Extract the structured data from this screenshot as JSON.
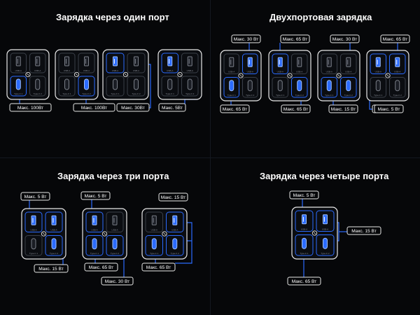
{
  "sections": [
    {
      "title": "Зарядка через один порт",
      "labels": [
        "Макс. 100Вт",
        "Макс. 100Вт",
        "Макс. 30Вт",
        "Макс. 5Вт"
      ]
    },
    {
      "title": "Двухпортовая зарядка",
      "labels": [
        "Макс. 30 Вт",
        "Макс. 65 Вт",
        "Макс. 65 Вт",
        "Макс. 65 Вт",
        "Макс. 30 Вт",
        "Макс. 15 Вт",
        "Макс. 65 Вт",
        "Макс. 30 Вт",
        "Макс. 5 Вт"
      ]
    },
    {
      "title": "Зарядка через три порта",
      "labels": [
        "Макс. 5 Вт",
        "Макс. 15 Вт",
        "Макс. 5 Вт",
        "Макс. 65 Вт",
        "Макс. 30 Вт",
        "Макс. 15 Вт",
        "Макс. 65 Вт"
      ]
    },
    {
      "title": "Зарядка через четыре порта",
      "labels": [
        "Макс. 5 Вт",
        "Макс. 15 Вт",
        "Макс. 65 Вт"
      ]
    }
  ],
  "port_labels": {
    "usb_a": "USB-A",
    "usb_c1": "Type-C 1",
    "usb_c2": "Type-C 2"
  },
  "colors": {
    "background": "#060709",
    "active": "#2b6bff",
    "outline": "#e8e8e8",
    "inactive": "#7a7f88"
  }
}
